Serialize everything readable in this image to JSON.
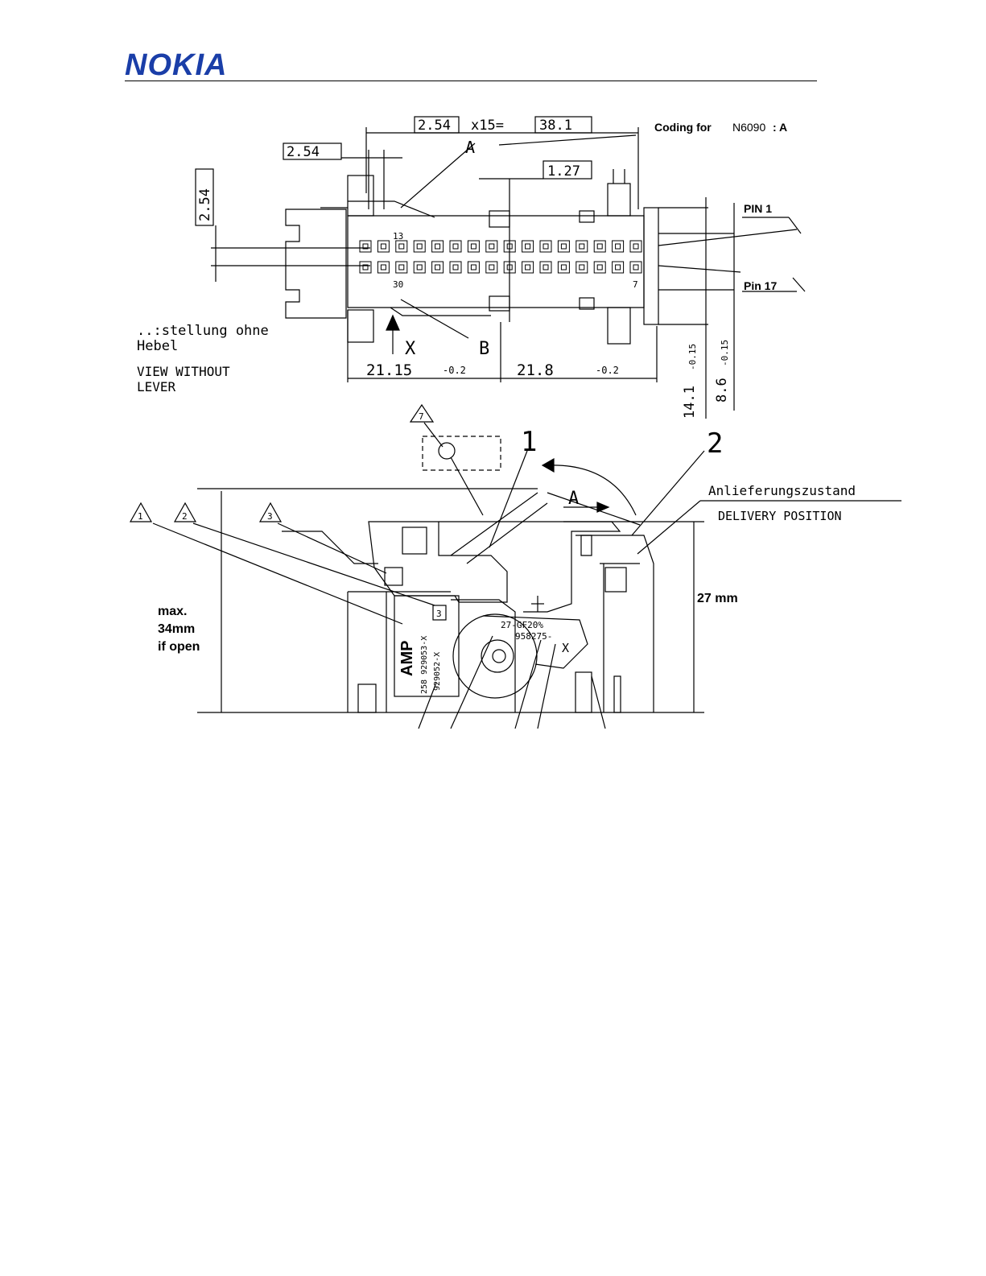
{
  "header": {
    "brand": "NOKIA"
  },
  "top_view": {
    "dim_pitch": "2.54",
    "dim_times": "x15=",
    "dim_total": "38.1",
    "dim_small_pitch": "2.54",
    "dim_half_pitch": "1.27",
    "dim_vertical_pitch": "2.54",
    "coding_label": "Coding for",
    "coding_model": "N6090",
    "coding_value": ": A",
    "callout_a": "A",
    "callout_b": "B",
    "callout_x": "X",
    "pin1_label": "PIN 1",
    "pin17_label": "Pin 17",
    "cavity_13": "13",
    "cavity_30": "30",
    "cavity_7": "7",
    "dim_left": "21.15",
    "dim_left_tol": "-0.2",
    "dim_right": "21.8",
    "dim_right_tol": "-0.2",
    "dim_height": "14.1",
    "dim_height_tol": "-0.15",
    "dim_height2": "8.6",
    "dim_height2_tol": "-0.15",
    "view_de_1": "..:stellung ohne",
    "view_de_2": "Hebel",
    "view_en_1": "VIEW WITHOUT",
    "view_en_2": "LEVER"
  },
  "side_view": {
    "label_1": "1",
    "label_2": "2",
    "tri_1": "1",
    "tri_2": "2",
    "tri_3": "3",
    "tri_7": "7",
    "arrow_a": "A",
    "delivery_de": "Anlieferungszustand",
    "delivery_en": "DELIVERY POSITION",
    "max_1": "max.",
    "max_2": "34mm",
    "max_3": "if open",
    "height_27": "27 mm",
    "amp_logo": "AMP",
    "part_1": "258 929053-X",
    "part_2": "929052-X",
    "part_3": "27-GF20%",
    "part_4": "958275-",
    "mark_x": "X",
    "box_3": "3"
  }
}
